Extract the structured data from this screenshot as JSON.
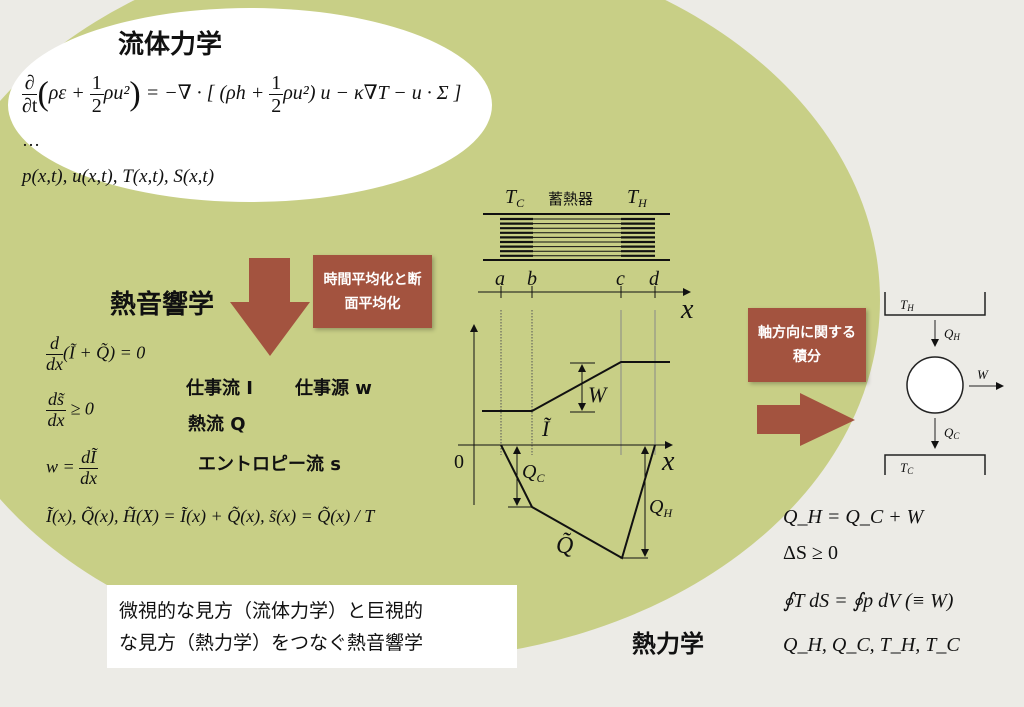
{
  "colors": {
    "background": "#ecebe6",
    "green": "#c8cf86",
    "brown": "#a3533f",
    "white": "#ffffff"
  },
  "fluid": {
    "title": "流体力学",
    "eq_lhs_d": "∂",
    "eq_lhs_dt": "∂t",
    "eq_lhs_body": "ρε + ",
    "eq_half_num": "1",
    "eq_half_den": "2",
    "eq_u2": "ρu²",
    "eq_rhs_start": "= −∇ · [ (ρh + ",
    "eq_rhs_end": ") u − κ∇T − u · Σ ]",
    "ellipsis": "…",
    "variables": "p(x,t), u(x,t), T(x,t), S(x,t)"
  },
  "thermoacoustics": {
    "title": "熱音響学",
    "averaging_box": "時間平均化と断面平均化",
    "eq1_num": "d",
    "eq1_den": "dx",
    "eq1_rest": "(Ĩ + Q̃) = 0",
    "eq2_num": "ds̃",
    "eq2_den": "dx",
    "eq2_rest": "≥ 0",
    "eq3_lhs": "w =",
    "eq3_num": "dĨ",
    "eq3_den": "dx",
    "eq4": "Ĩ(x), Q̃(x), H̃(X) = Ĩ(x) + Q̃(x), s̃(x) = Q̃(x) / T",
    "term_work_flow": "仕事流 I",
    "term_work_source": "仕事源 w",
    "term_heat_flow": "熱流 Q",
    "term_entropy_flow": "エントロピー流 s"
  },
  "diagram": {
    "regenerator_label": "蓄熱器",
    "tc": "T",
    "tc_sub": "C",
    "th": "T",
    "th_sub": "H",
    "points": [
      "a",
      "b",
      "c",
      "d"
    ],
    "x_label": "x",
    "zero": "0",
    "i_label": "Ĩ",
    "w_label": "W",
    "qc": "Q",
    "qc_sub": "C",
    "qh": "Q",
    "qh_sub": "H",
    "q_label": "Q̃"
  },
  "integration_box": "軸方向に関する積分",
  "engine": {
    "th": "T",
    "th_sub": "H",
    "qh": "Q",
    "qh_sub": "H",
    "w": "W",
    "qc": "Q",
    "qc_sub": "C",
    "tc": "T",
    "tc_sub": "C"
  },
  "thermodynamics": {
    "title": "熱力学",
    "eq1": "Q_H = Q_C + W",
    "eq2": "ΔS ≥ 0",
    "eq3": "∮T dS = ∮p dV (≡ W)",
    "eq4": "Q_H, Q_C, T_H, T_C"
  },
  "summary_box": {
    "line1": "微視的な見方（流体力学）と巨視的",
    "line2": "な見方（熱力学）をつなぐ熱音響学"
  }
}
